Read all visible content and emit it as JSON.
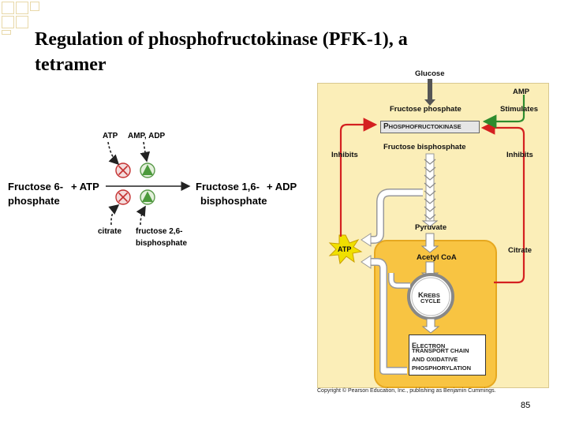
{
  "slide": {
    "title_line1": "Regulation of phosphofructokinase (PFK-1), a",
    "title_line2": "tetramer",
    "page_number": "85"
  },
  "reaction": {
    "substrate_1a": "Fructose 6-",
    "substrate_1b": "phosphate",
    "plus_1": "+ ATP",
    "product_1a": "Fructose 1,6-",
    "product_1b": "bisphosphate",
    "plus_2": "+ ADP",
    "inhibitor_top": "ATP",
    "activator_top": "AMP, ADP",
    "inhibitor_bottom": "citrate",
    "activator_bottom_a": "fructose 2,6-",
    "activator_bottom_b": "bisphosphate"
  },
  "pathway": {
    "glucose": "Glucose",
    "fructose_phosphate": "Fructose phosphate",
    "pfk_first": "P",
    "pfk_rest": "HOSPHOFRUCTOKINASE",
    "fructose_bisphosphate": "Fructose bisphosphate",
    "amp": "AMP",
    "stimulates": "Stimulates",
    "inhibits_left": "Inhibits",
    "inhibits_right": "Inhibits",
    "pyruvate": "Pyruvate",
    "atp": "ATP",
    "acetyl_coa": "Acetyl CoA",
    "citrate": "Citrate",
    "krebs_first": "K",
    "krebs_rest": "REBS",
    "cycle": "CYCLE",
    "etc_line1_first": "E",
    "etc_line1_rest": "LECTRON",
    "etc_line2": "TRANSPORT CHAIN",
    "etc_line3": "AND OXIDATIVE",
    "etc_line4": "PHOSPHORYLATION",
    "copyright": "Copyright © Pearson Education, Inc., publishing as Benjamin Cummings."
  },
  "colors": {
    "inhibit_red": "#d42020",
    "activate_green": "#2e8b2e",
    "symbol_green": "#4c9a3c",
    "panel_bg": "#fbeeb8",
    "mito_bg": "#f8c442",
    "atp_star": "#f0e000"
  }
}
